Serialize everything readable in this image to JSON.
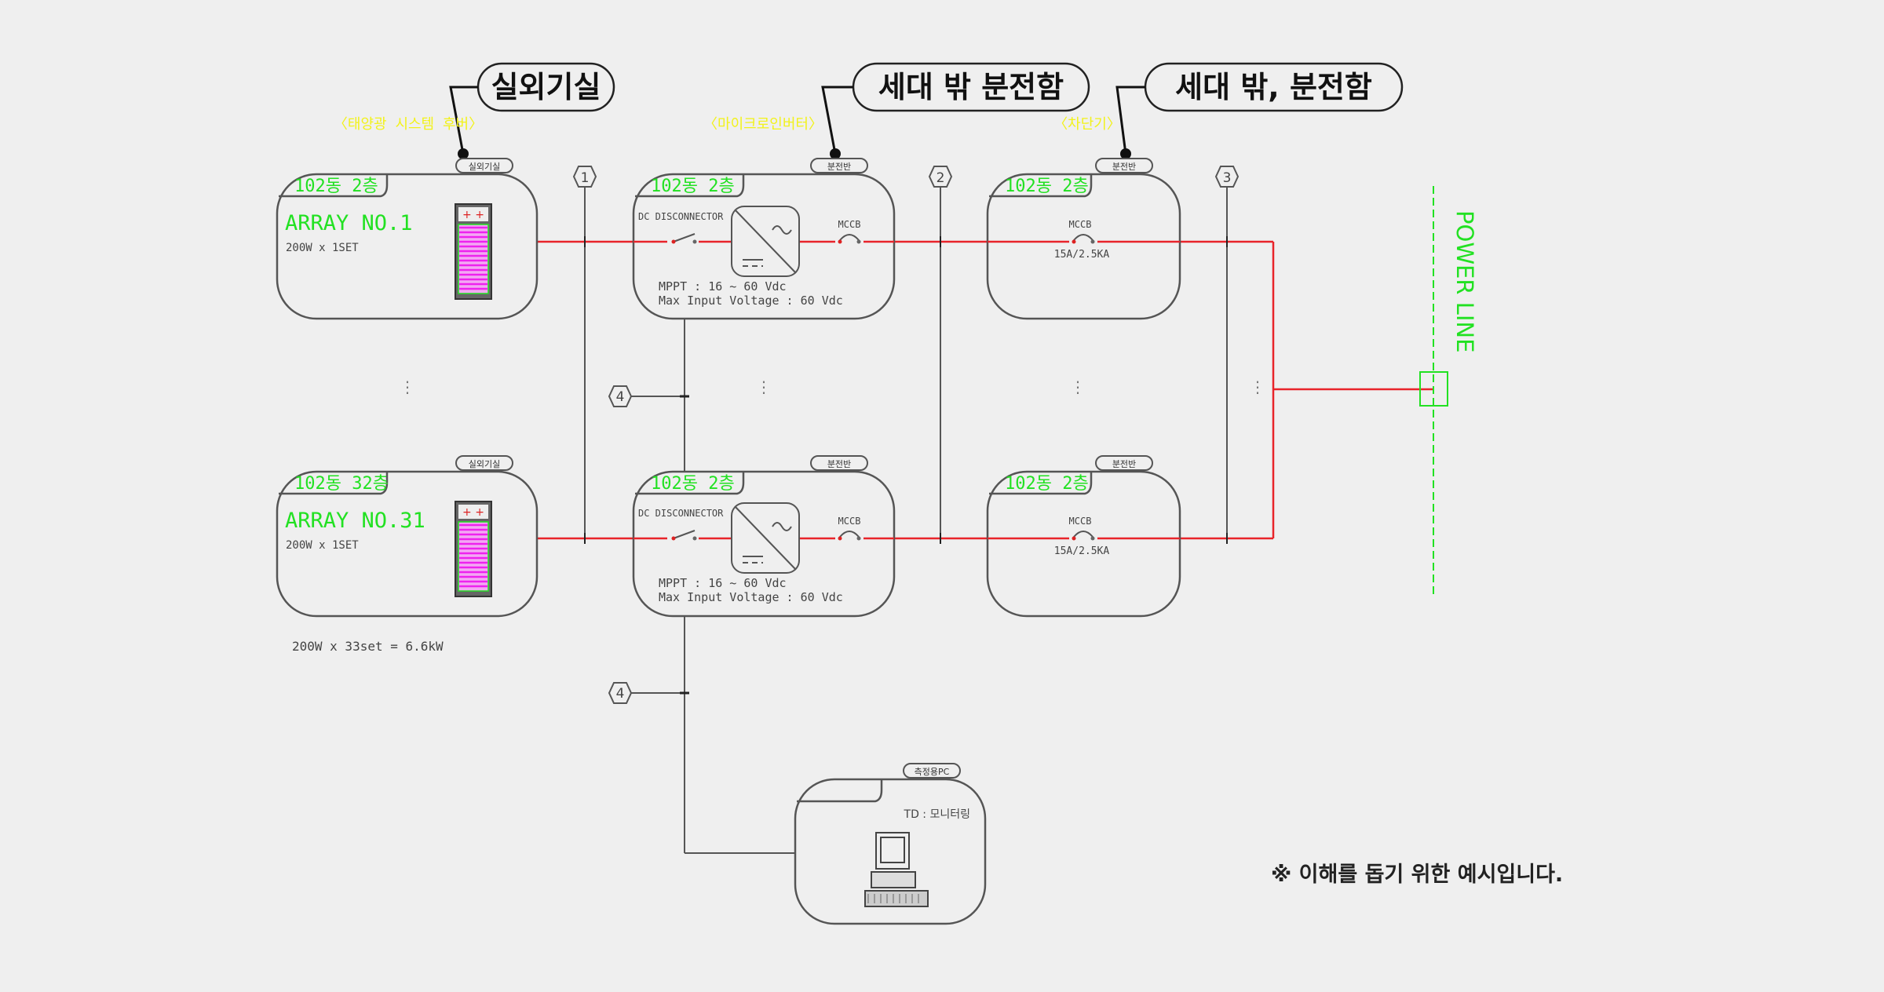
{
  "colors": {
    "background": "#efefef",
    "wire": "#e8242a",
    "label_green": "#22e122",
    "annotation_yellow": "#f2f21a",
    "line": "#555555",
    "panel": "#ee22ee"
  },
  "callouts": [
    {
      "text": "실외기실"
    },
    {
      "text": "세대 밖 분전함"
    },
    {
      "text": "세대 밖, 분전함"
    }
  ],
  "annotations": [
    "〈태양광 시스템 후버〉",
    "〈마이크로인버터〉",
    "〈차단기〉"
  ],
  "tags": {
    "outdoor": "실외기실",
    "panel": "분전반",
    "pc": "측정용PC"
  },
  "rows": [
    {
      "array_floor": "102동 2층",
      "array_name": "ARRAY NO.1",
      "array_spec": "200W x 1SET",
      "inverter_floor": "102동 2층",
      "breaker_floor": "102동 2층"
    },
    {
      "array_floor": "102동 32층",
      "array_name": "ARRAY NO.31",
      "array_spec": "200W x 1SET",
      "inverter_floor": "102동 2층",
      "breaker_floor": "102동 2층"
    }
  ],
  "inverter": {
    "disconnector": "DC DISCONNECTOR",
    "mccb": "MCCB",
    "mppt": "MPPT : 16 ~ 60 Vdc",
    "max_input": "Max Input Voltage : 60 Vdc"
  },
  "breaker": {
    "mccb": "MCCB",
    "rating": "15A/2.5KA"
  },
  "markers": [
    "1",
    "2",
    "3",
    "4",
    "4"
  ],
  "continuation": "⋮",
  "total": "200W x 33set  =  6.6kW",
  "power_line": "POWER LINE",
  "pc": {
    "label": "TD : 모니터링"
  },
  "note": "※ 이해를 돕기 위한 예시입니다."
}
